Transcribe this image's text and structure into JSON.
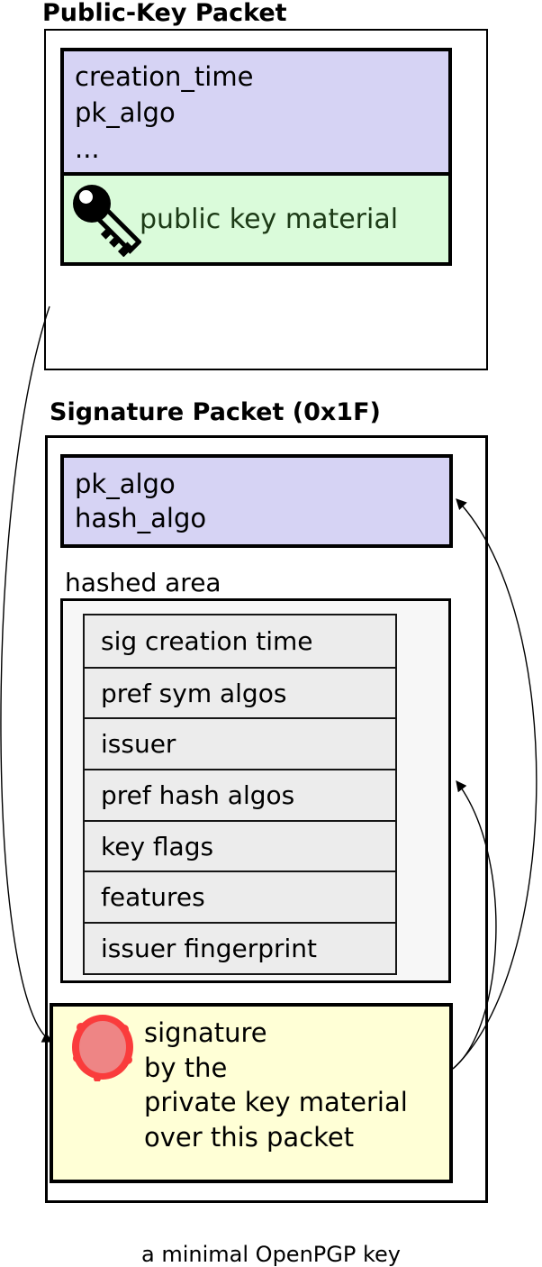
{
  "titles": {
    "public_key_packet": "Public-Key Packet",
    "signature_packet": "Signature Packet (0x1F)"
  },
  "public_key_packet": {
    "fields": [
      "creation_time",
      "pk_algo",
      "..."
    ],
    "material_label": "public key material",
    "material_icon": "key-icon"
  },
  "signature_packet": {
    "algo_fields": [
      "pk_algo",
      "hash_algo"
    ],
    "hashed_area_label": "hashed area",
    "subpackets": [
      "sig creation time",
      "pref sym algos",
      "issuer",
      "pref hash algos",
      "key flags",
      "features",
      "issuer fingerprint"
    ],
    "signature_lines": [
      "signature",
      "by the",
      "private key material",
      "over this packet"
    ],
    "signature_icon": "seal-icon"
  },
  "caption": "a minimal OpenPGP key",
  "colors": {
    "field_box_fill": "#d6d3f4",
    "material_box_fill": "#dafbda",
    "material_text": "#1c3a16",
    "signature_box_fill": "#ffffd6",
    "hashed_area_fill": "#f7f7f7",
    "subpacket_row_fill": "#ececec",
    "seal_ring": "#fa3c3c",
    "seal_center": "#ee8585",
    "border": "#000000"
  }
}
